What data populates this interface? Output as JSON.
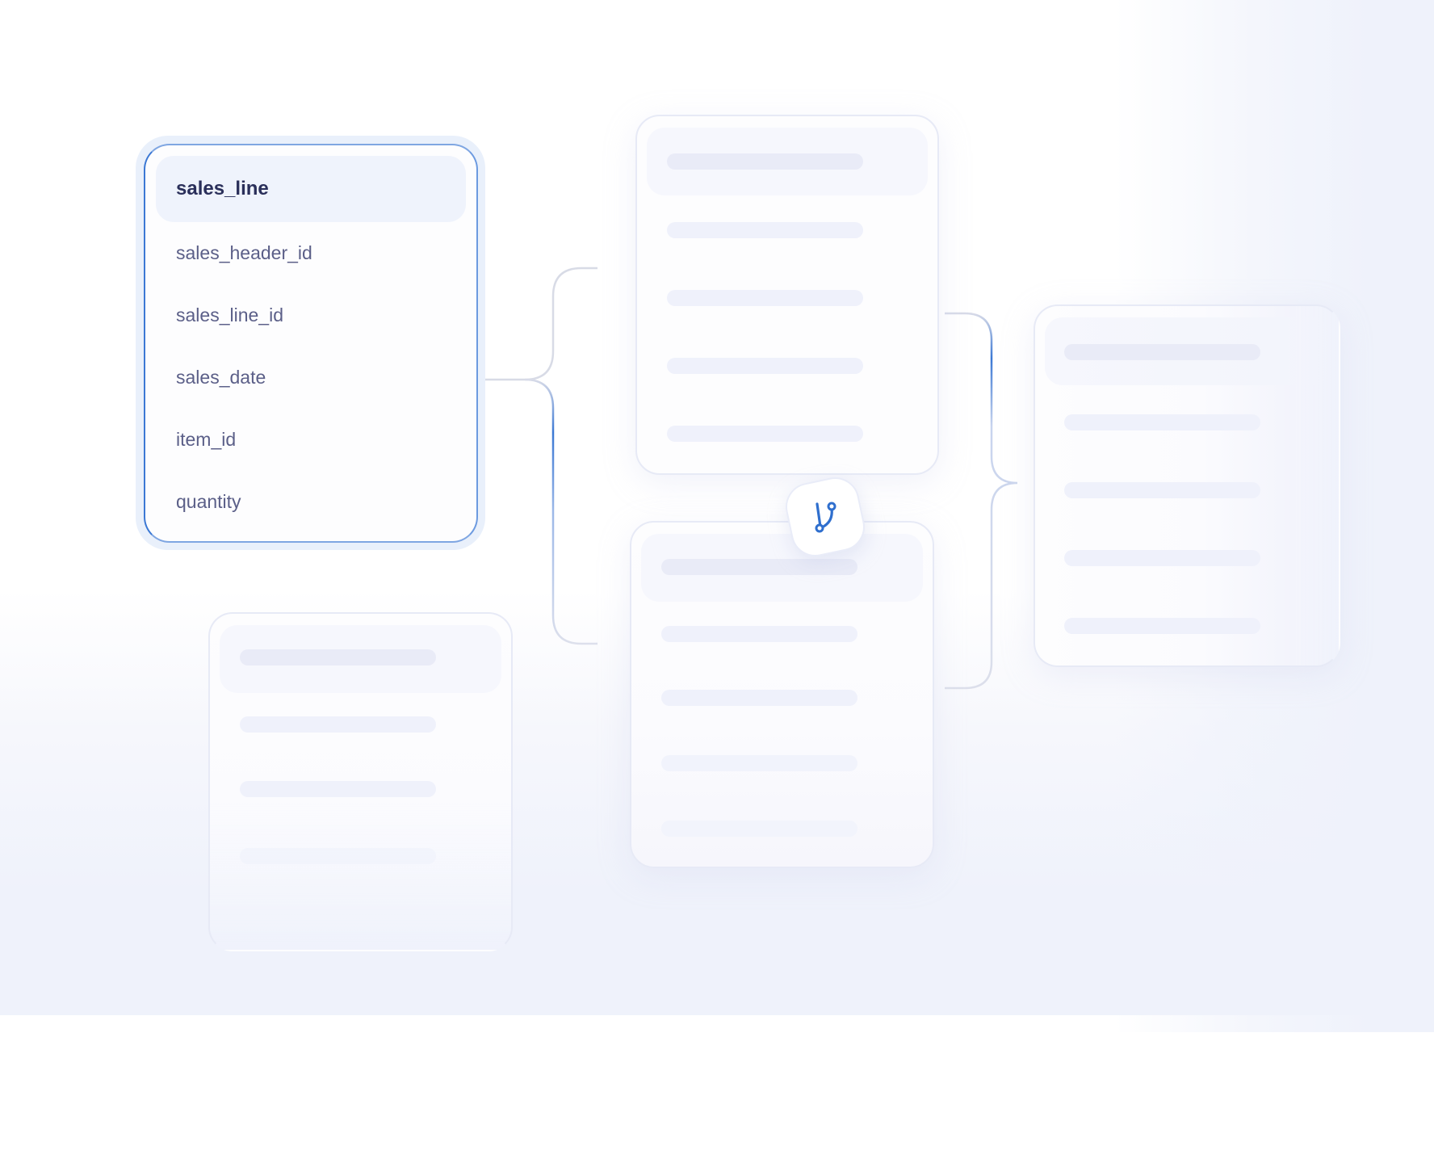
{
  "diagram": {
    "selected_table": {
      "name": "sales_line",
      "fields": [
        "sales_header_id",
        "sales_line_id",
        "sales_date",
        "item_id",
        "quantity"
      ]
    },
    "placeholder_tables": [
      {
        "id": "top-middle",
        "rows": 5
      },
      {
        "id": "bottom-middle",
        "rows": 5
      },
      {
        "id": "right",
        "rows": 5
      },
      {
        "id": "bottom-left",
        "rows": 4
      }
    ],
    "join_badge_icon": "git-branch-icon"
  },
  "colors": {
    "accent": "#3b78d4",
    "header_text": "#2a2f5a",
    "field_text": "#5b5f88",
    "background_band": "#eff2fb",
    "connector_gray": "#d8dbe8"
  }
}
